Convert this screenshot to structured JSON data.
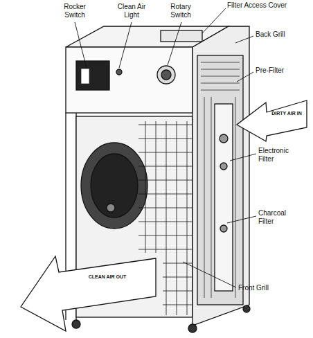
{
  "diagram": {
    "nodes": [
      {
        "text": [
          "DIRTY AIR IN"
        ]
      },
      {
        "text": [
          "CLEAN AIR OUT"
        ]
      }
    ],
    "labels": [
      "Rocker Switch",
      "Clean Air Light",
      "Rotary Switch",
      "Filter Access Cover",
      "Back Grill",
      "Pre-Filter",
      "Electronic Filter",
      "Charcoal Filter",
      "Front Grill"
    ]
  }
}
